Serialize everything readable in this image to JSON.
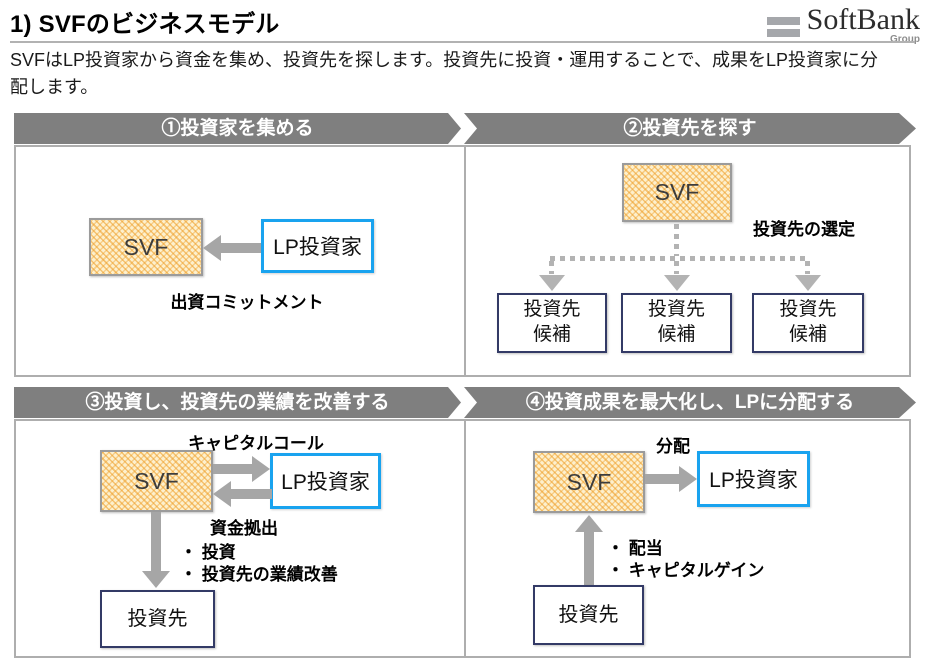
{
  "header": {
    "title": "1) SVFのビジネスモデル",
    "logo_brand": "SoftBank",
    "logo_sub": "Group"
  },
  "intro": {
    "line1": "SVFはLP投資家から資金を集め、投資先を探します。投資先に投資・運用することで、成果をLP投資家に分",
    "line2": "配します。"
  },
  "steps": {
    "step1": "①投資家を集める",
    "step2": "②投資先を探す",
    "step3": "③投資し、投資先の業績を改善する",
    "step4": "④投資成果を最大化し、LPに分配する"
  },
  "panel1": {
    "svf_label": "SVF",
    "lp_label": "LP投資家",
    "caption": "出資コミットメント"
  },
  "panel2": {
    "svf_label": "SVF",
    "selection_label": "投資先の選定",
    "candidate_line1": "投資先",
    "candidate_line2": "候補"
  },
  "panel3": {
    "svf_label": "SVF",
    "lp_label": "LP投資家",
    "capital_call_label": "キャピタルコール",
    "contribution_label": "資金拠出",
    "bullet1": "・ 投資",
    "bullet2": "・ 投資先の業績改善",
    "target_label": "投資先"
  },
  "panel4": {
    "svf_label": "SVF",
    "lp_label": "LP投資家",
    "distribution_label": "分配",
    "bullet1": "・ 配当",
    "bullet2": "・ キャピタルゲイン",
    "target_label": "投資先"
  },
  "colors": {
    "band_gray": "#7f7f7f",
    "arrow_gray": "#a6a6a6",
    "dash_gray": "#b3b3b3",
    "navy_border": "#333a66",
    "blue_border": "#19a3ef",
    "svf_fill": "#fdf0cd",
    "svf_hatch": "#ee9b22"
  }
}
